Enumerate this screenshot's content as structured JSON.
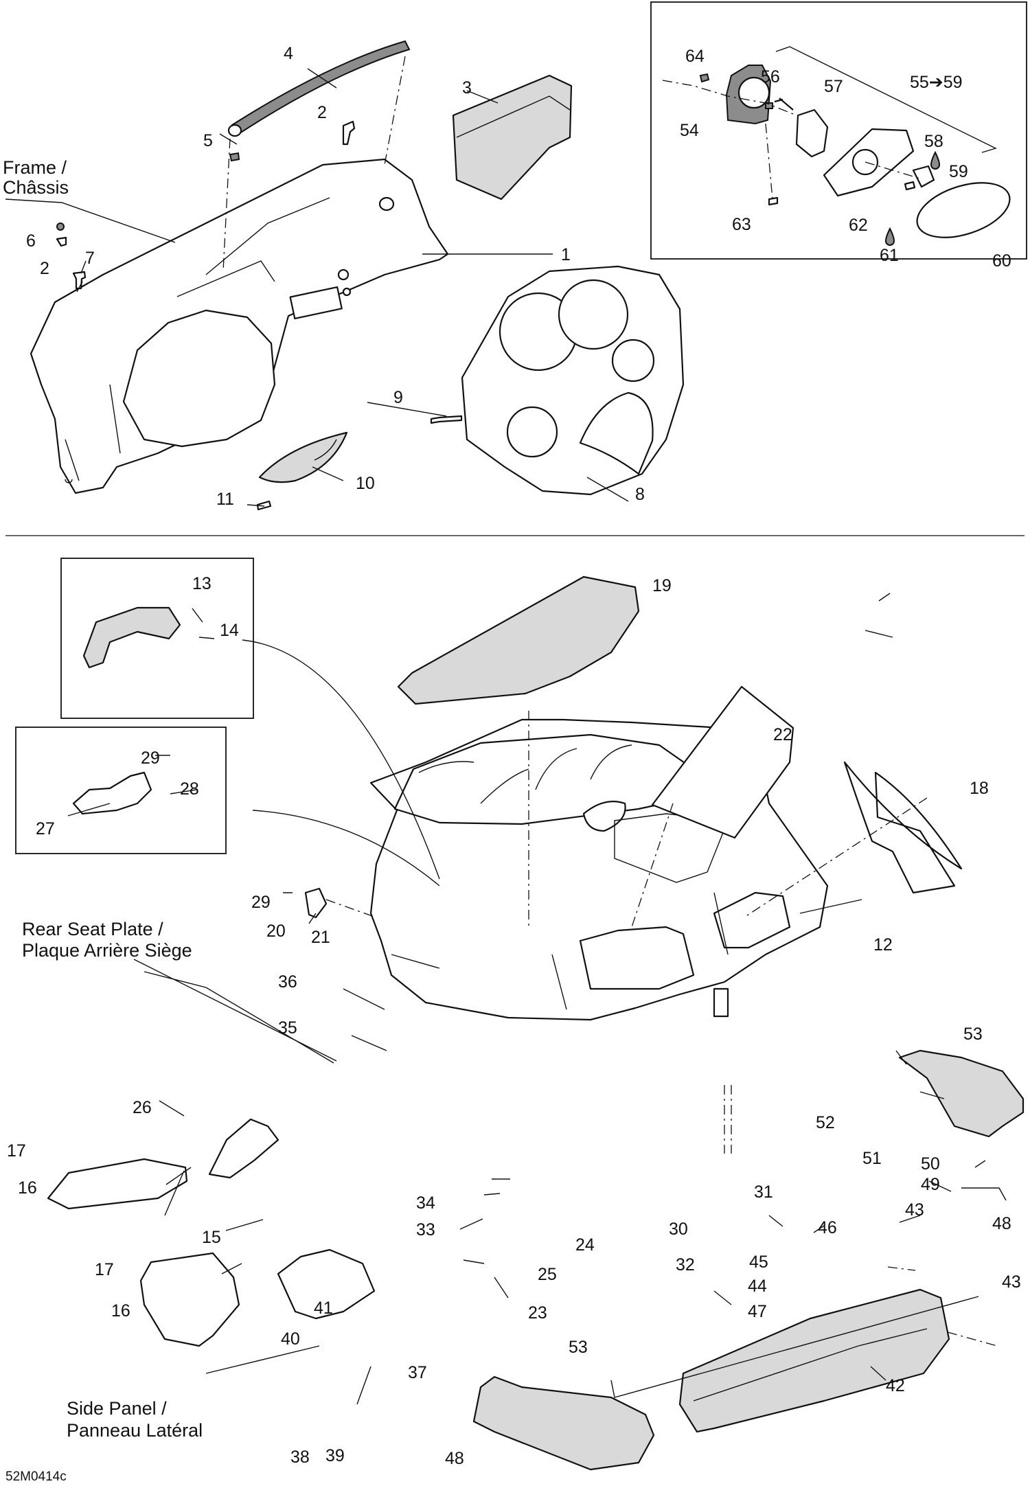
{
  "callouts": [
    "1",
    "2",
    "2",
    "3",
    "4",
    "5",
    "6",
    "7",
    "8",
    "9",
    "10",
    "11",
    "12",
    "13",
    "14",
    "15",
    "16",
    "16",
    "17",
    "17",
    "18",
    "19",
    "20",
    "21",
    "22",
    "23",
    "24",
    "25",
    "26",
    "27",
    "28",
    "29",
    "29",
    "30",
    "31",
    "32",
    "33",
    "34",
    "35",
    "36",
    "37",
    "38",
    "39",
    "40",
    "41",
    "42",
    "43",
    "43",
    "44",
    "45",
    "46",
    "47",
    "48",
    "48",
    "49",
    "50",
    "51",
    "52",
    "53",
    "53",
    "54",
    "55➔59",
    "56",
    "57",
    "58",
    "59",
    "60",
    "61",
    "62",
    "63",
    "64"
  ],
  "notes": {
    "frame_line1": "Frame /",
    "frame_line2": "Châssis",
    "rear_seat_line1": "Rear Seat Plate /",
    "rear_seat_line2": "Plaque Arrière Siège",
    "side_panel_line1": "Side Panel /",
    "side_panel_line2": "Panneau Latéral"
  },
  "drawing_code": "52M0414c"
}
